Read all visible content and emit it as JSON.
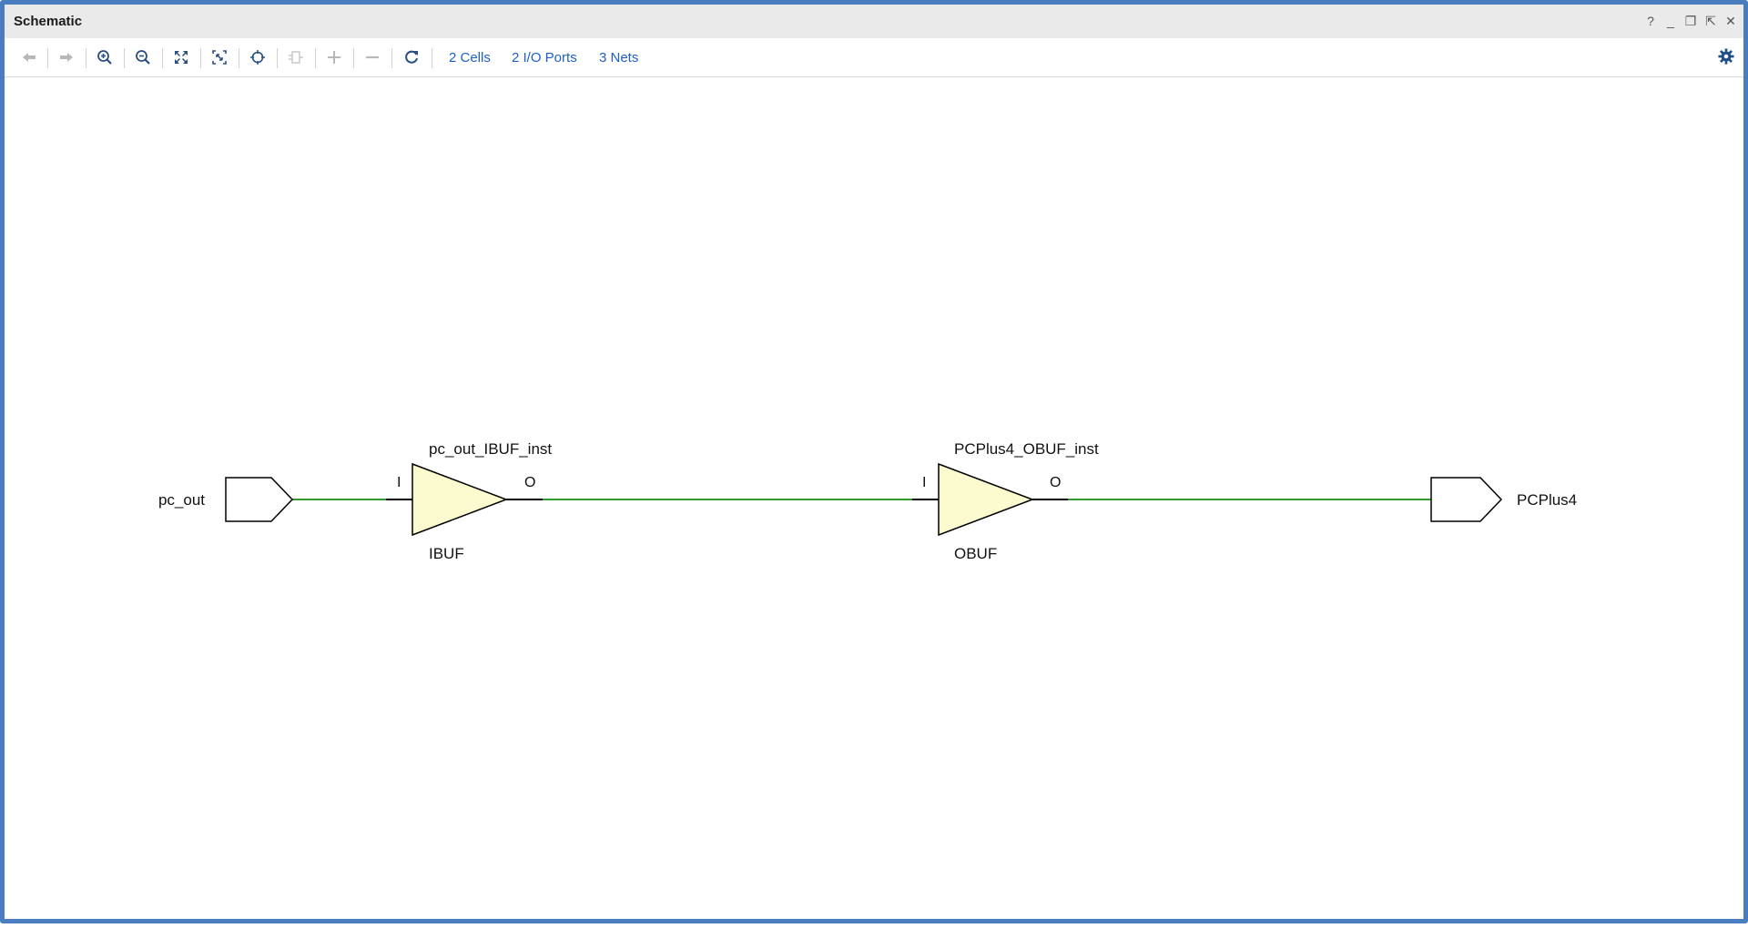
{
  "window": {
    "title": "Schematic"
  },
  "window_controls": [
    {
      "name": "help-icon",
      "glyph": "?"
    },
    {
      "name": "minimize-icon",
      "glyph": "_"
    },
    {
      "name": "restore-icon",
      "glyph": "❐"
    },
    {
      "name": "maximize-icon",
      "glyph": "⇱"
    },
    {
      "name": "close-icon",
      "glyph": "✕"
    }
  ],
  "toolbar": {
    "buttons": [
      {
        "icon": "back-arrow-icon",
        "enabled": false
      },
      {
        "icon": "forward-arrow-icon",
        "enabled": false
      },
      {
        "icon": "zoom-in-icon",
        "enabled": true
      },
      {
        "icon": "zoom-out-icon",
        "enabled": true
      },
      {
        "icon": "fit-view-icon",
        "enabled": true
      },
      {
        "icon": "zoom-area-icon",
        "enabled": true
      },
      {
        "icon": "crosshair-icon",
        "enabled": true
      },
      {
        "icon": "collapse-cell-icon",
        "enabled": false
      },
      {
        "icon": "expand-plus-icon",
        "enabled": false
      },
      {
        "icon": "remove-minus-icon",
        "enabled": false
      },
      {
        "icon": "refresh-icon",
        "enabled": true
      }
    ],
    "cells_link": "2 Cells",
    "ports_link": "2 I/O Ports",
    "nets_link": "3 Nets",
    "settings_icon": "gear-icon"
  },
  "schematic": {
    "input_port": {
      "name": "pc_out"
    },
    "output_port": {
      "name": "PCPlus4"
    },
    "cells": [
      {
        "instance": "pc_out_IBUF_inst",
        "type": "IBUF",
        "pin_in": "I",
        "pin_out": "O"
      },
      {
        "instance": "PCPlus4_OBUF_inst",
        "type": "OBUF",
        "pin_in": "I",
        "pin_out": "O"
      }
    ],
    "colors": {
      "net": "#2f9b2f",
      "cell_fill": "#fbfbcf",
      "outline": "#000000",
      "link": "#1f5fc6",
      "frame": "#4a7cc0"
    }
  }
}
